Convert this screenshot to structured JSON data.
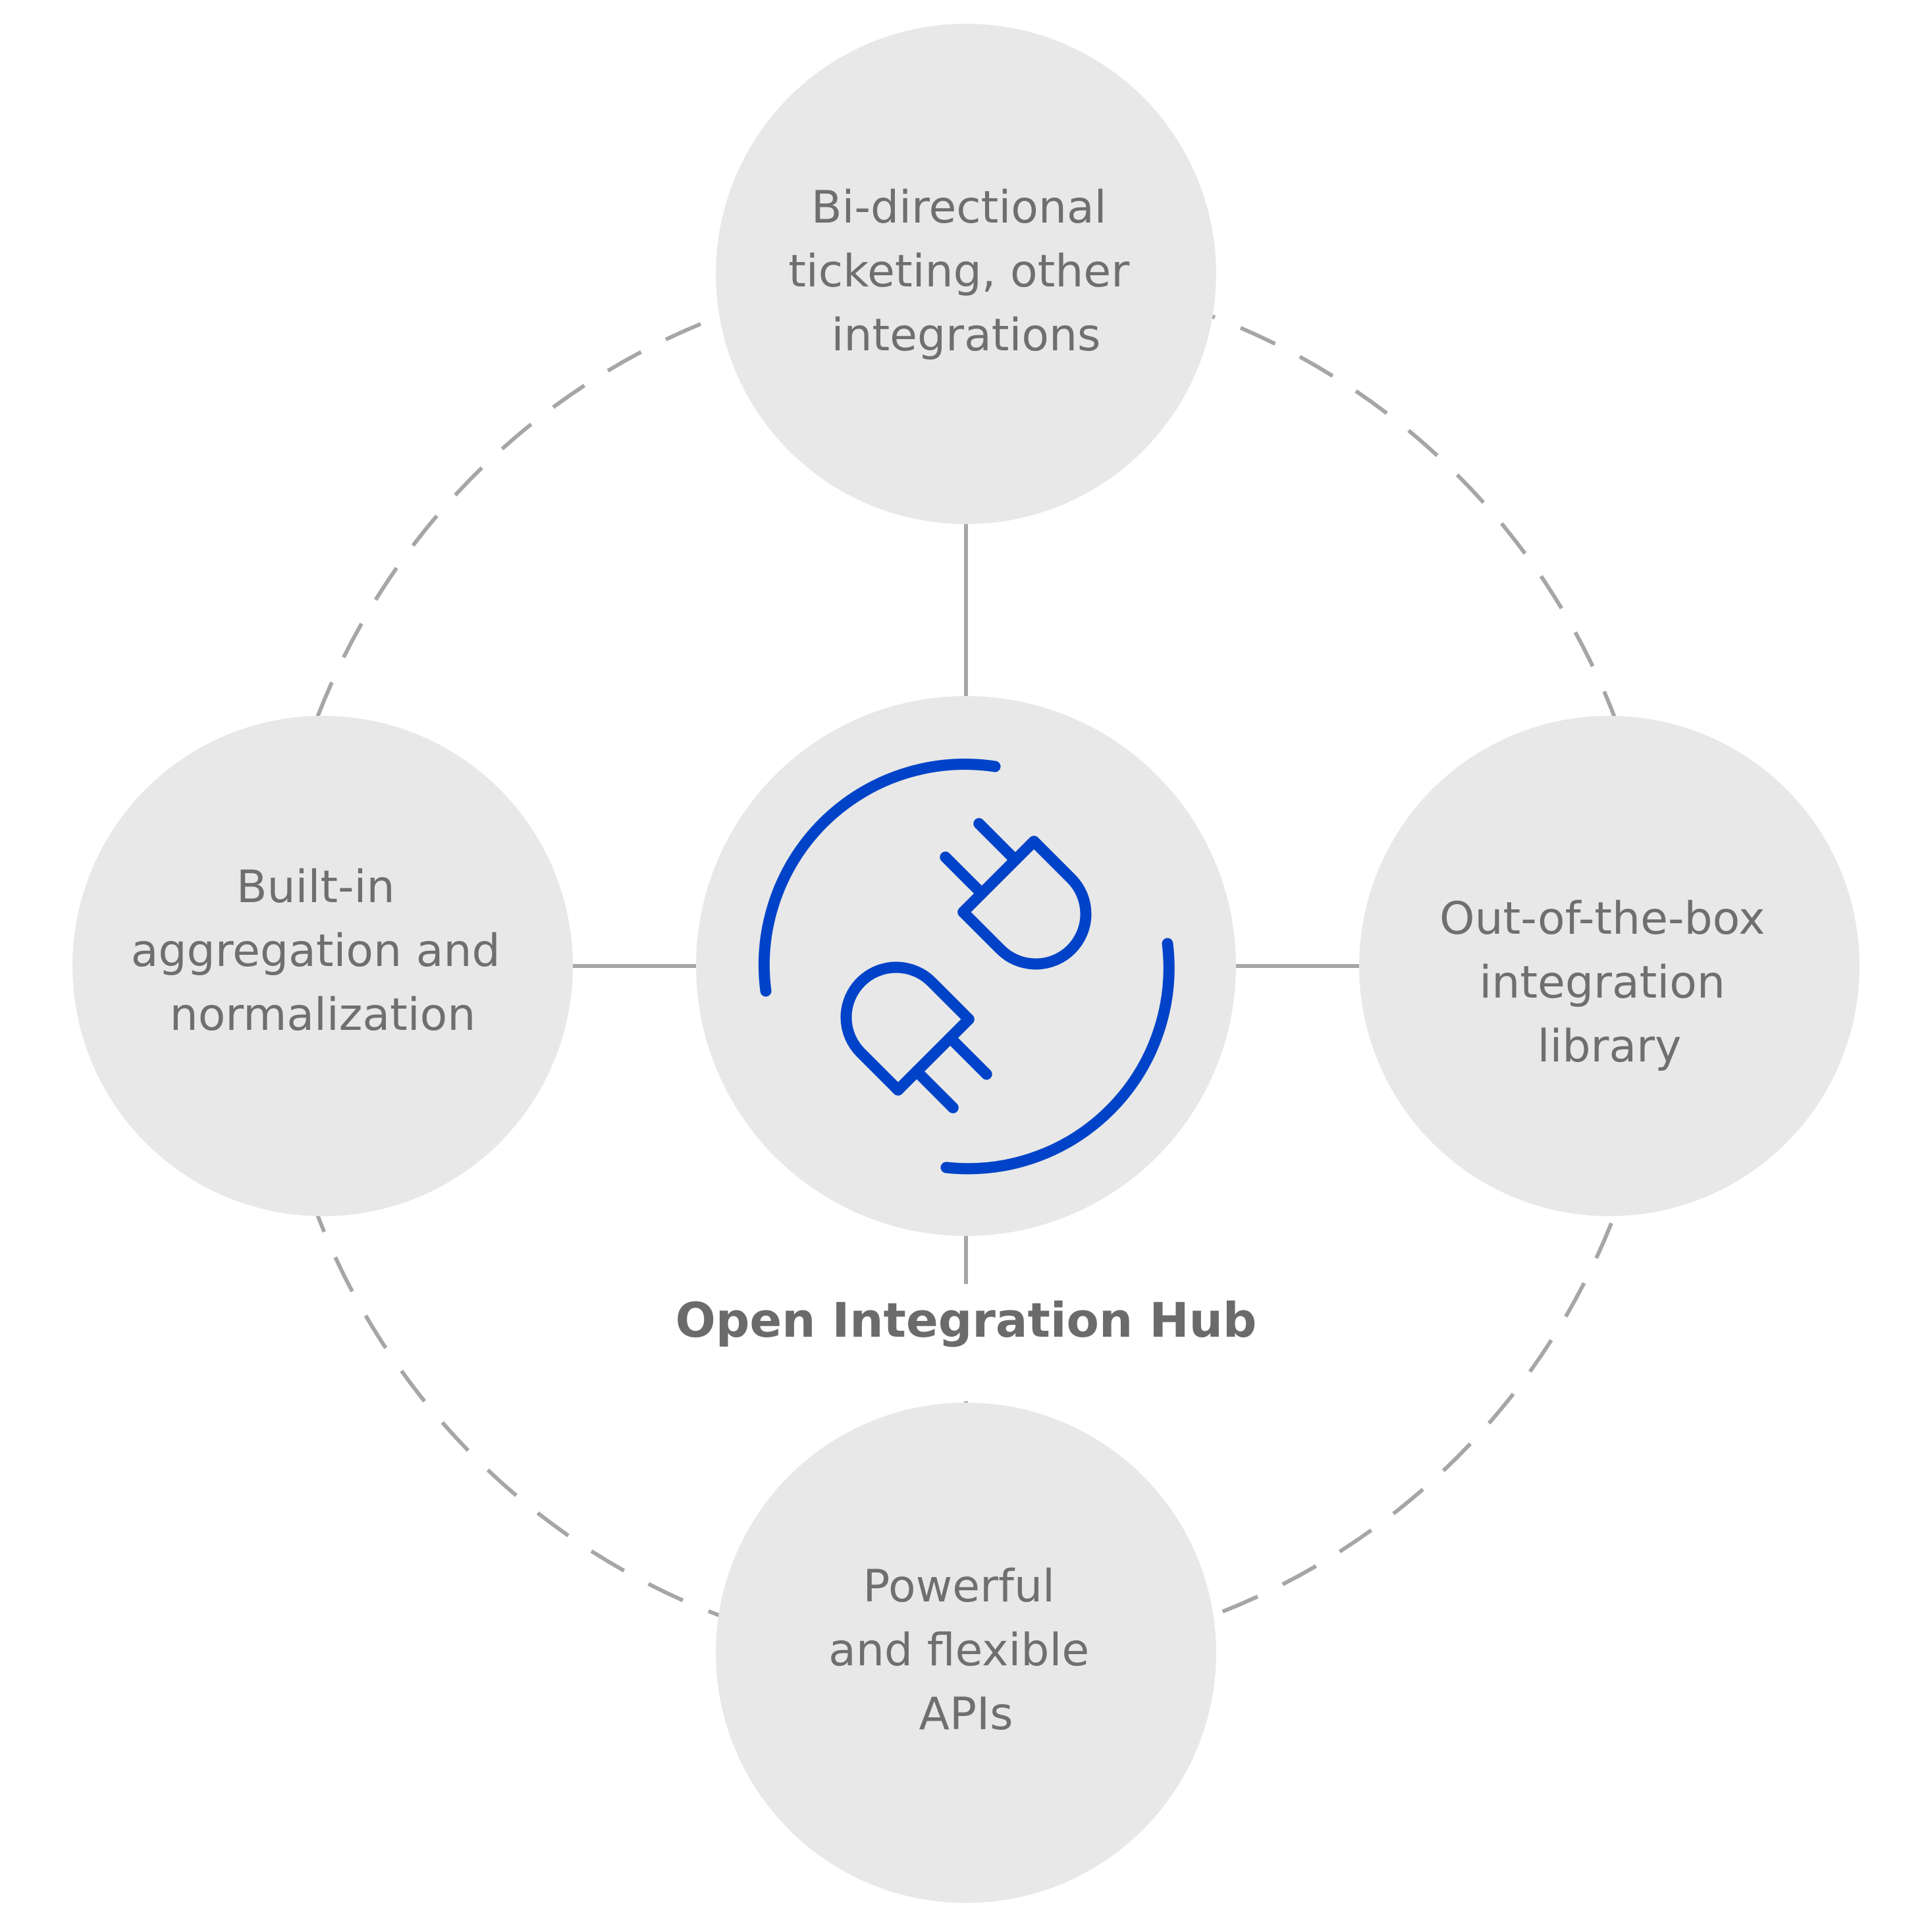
{
  "hub": {
    "title": "Open Integration Hub",
    "icon": "plug-connector-icon",
    "icon_color": "#0043C8"
  },
  "nodes": [
    {
      "id": "top",
      "lines": [
        "Bi-directional",
        "ticketing, other",
        "integrations"
      ]
    },
    {
      "id": "left",
      "lines": [
        "Built-in",
        "aggregation and",
        "normalization"
      ]
    },
    {
      "id": "right",
      "lines": [
        "Out-of-the-box",
        "integration",
        "library"
      ]
    },
    {
      "id": "bottom",
      "lines": [
        "Powerful",
        "and flexible",
        "APIs"
      ]
    }
  ],
  "colors": {
    "circle_fill": "#E8E8E8",
    "connector": "#A6A6A6",
    "text": "#6F6F6F"
  }
}
